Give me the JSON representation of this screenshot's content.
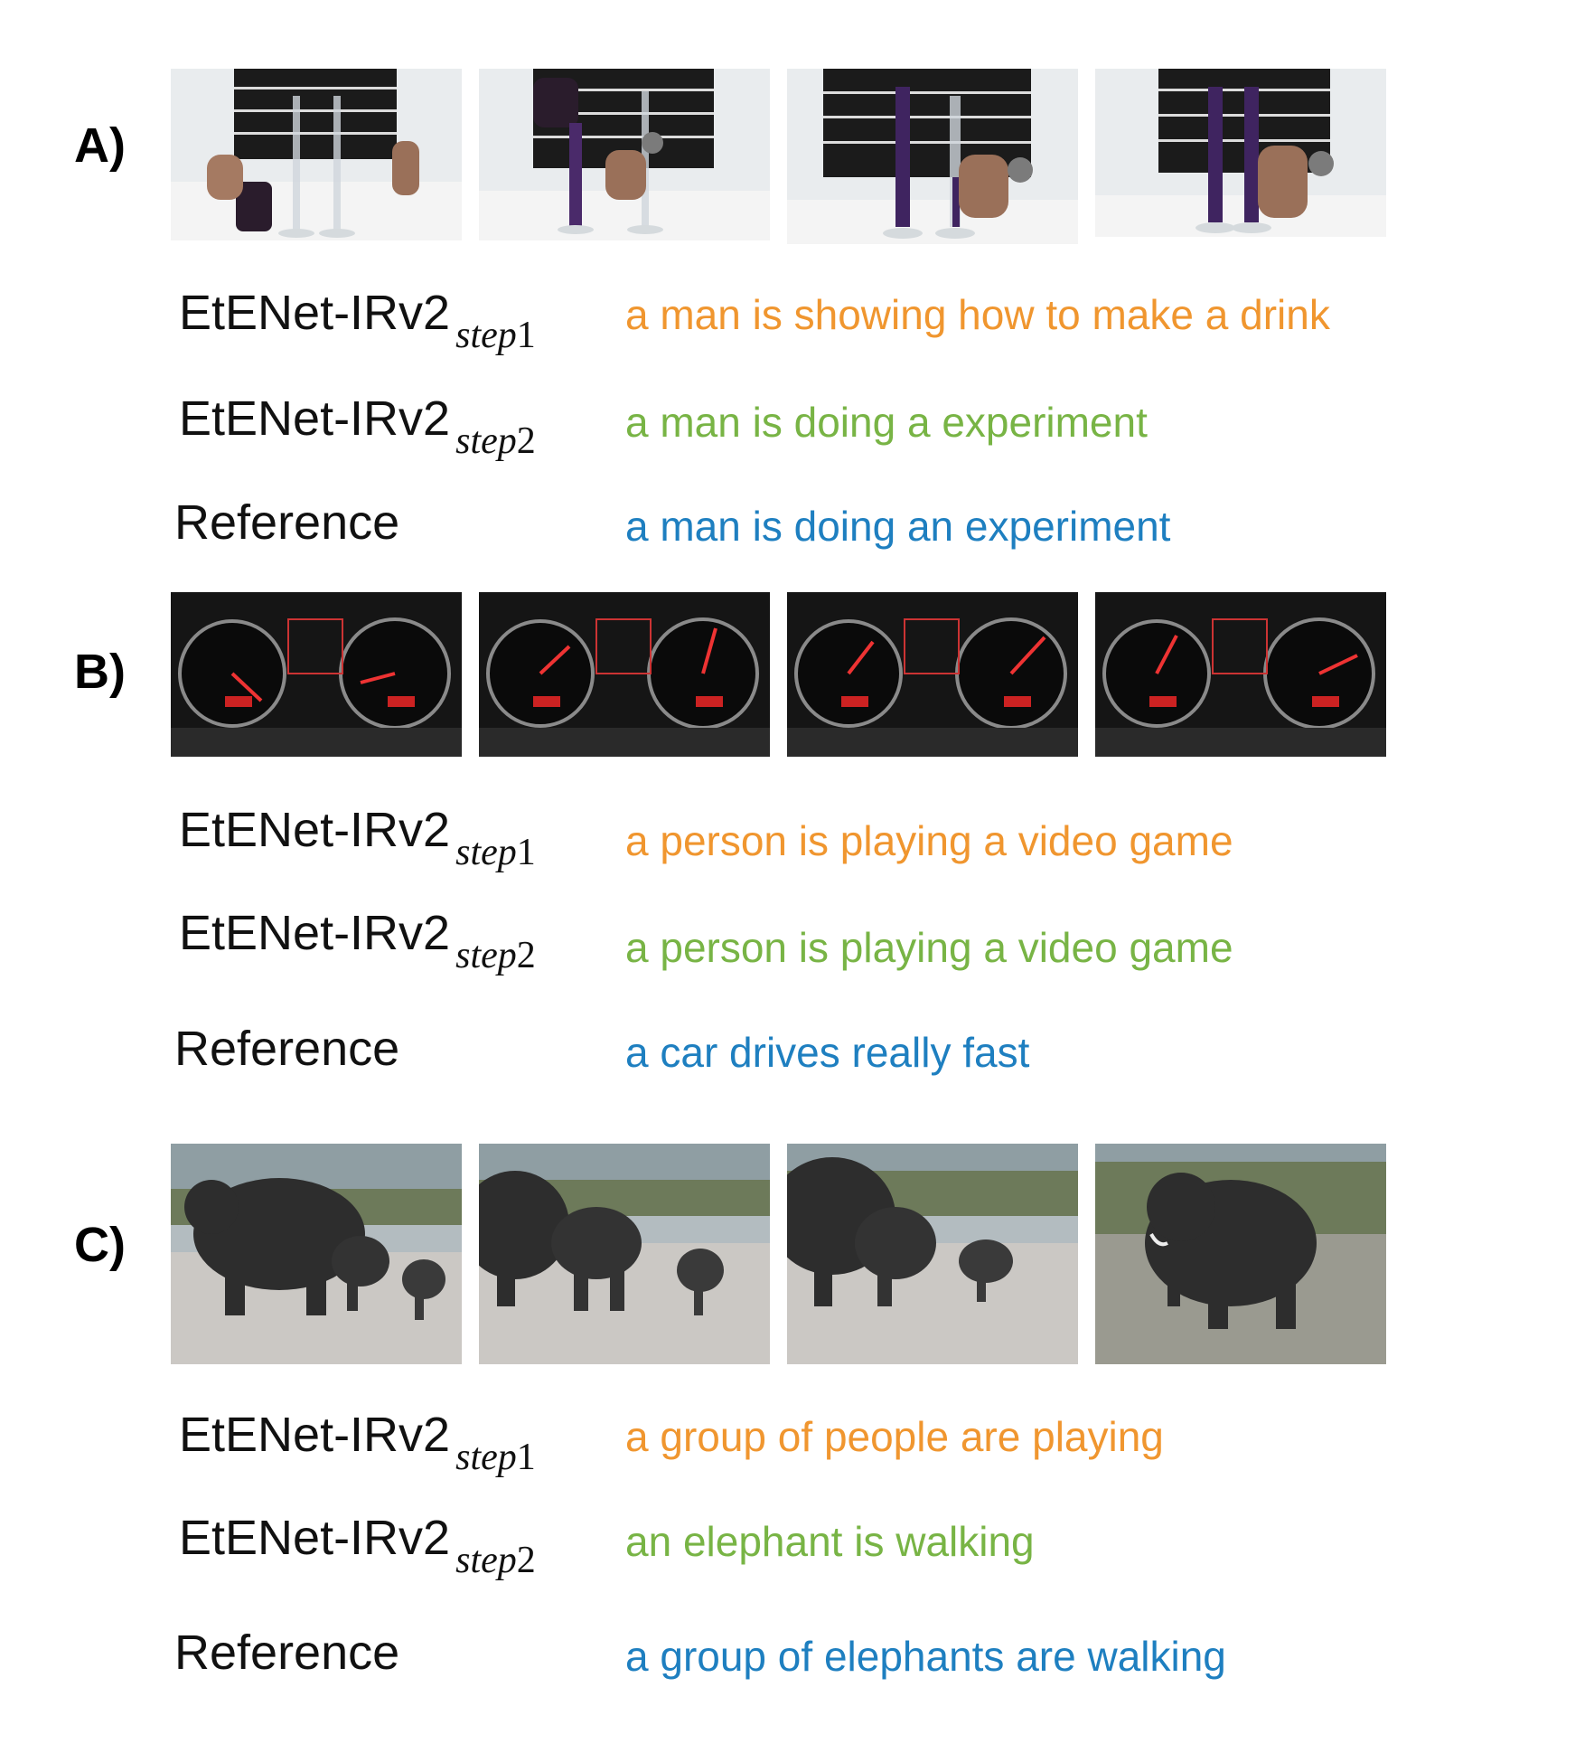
{
  "colors": {
    "step1": "#f0962f",
    "step2": "#78b445",
    "reference": "#1e7fc0"
  },
  "panels": [
    {
      "label": "A)",
      "scene": "lab",
      "rows": [
        {
          "model": "EtENet-IRv2",
          "sub_italic": "step",
          "sub_num": "1",
          "caption": "a man is showing how to make a drink"
        },
        {
          "model": "EtENet-IRv2",
          "sub_italic": "step",
          "sub_num": "2",
          "caption": "a man is doing a experiment"
        },
        {
          "model": "Reference",
          "caption": "a man is doing an experiment"
        }
      ]
    },
    {
      "label": "B)",
      "scene": "dashboard",
      "rows": [
        {
          "model": "EtENet-IRv2",
          "sub_italic": "step",
          "sub_num": "1",
          "caption": "a person is playing a video game"
        },
        {
          "model": "EtENet-IRv2",
          "sub_italic": "step",
          "sub_num": "2",
          "caption": "a person is playing a video game"
        },
        {
          "model": "Reference",
          "caption": "a car drives really fast"
        }
      ]
    },
    {
      "label": "C)",
      "scene": "elephants",
      "rows": [
        {
          "model": "EtENet-IRv2",
          "sub_italic": "step",
          "sub_num": "1",
          "caption": "a group of people are playing"
        },
        {
          "model": "EtENet-IRv2",
          "sub_italic": "step",
          "sub_num": "2",
          "caption": "an elephant is walking"
        },
        {
          "model": "Reference",
          "caption": "a group of elephants are walking"
        }
      ]
    }
  ]
}
